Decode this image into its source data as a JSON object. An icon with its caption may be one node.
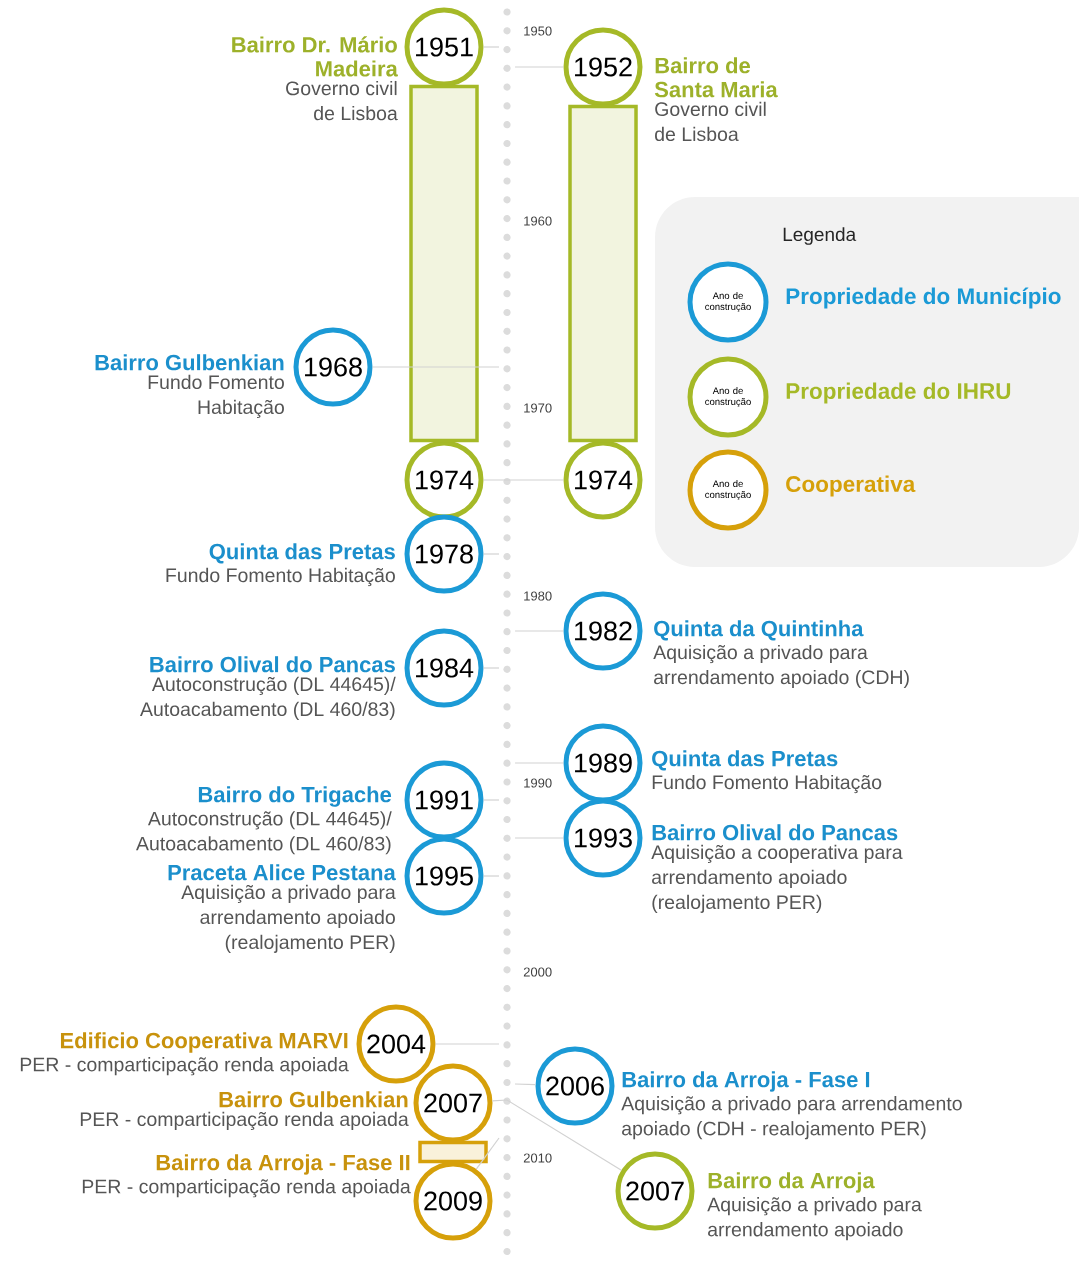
{
  "diagram": {
    "nodes": [
      {
        "text": [
          "1951"
        ],
        "beside": [
          "Bairro Dr. Mário Madeira",
          "Governo civil de Lisboa"
        ]
      },
      {
        "text": [
          "1974"
        ]
      },
      {
        "text": [
          "1952"
        ],
        "beside": [
          "Bairro de Santa Maria",
          "Governo civil de Lisboa"
        ]
      },
      {
        "text": [
          "1974"
        ]
      },
      {
        "text": [
          "1968"
        ],
        "beside": [
          "Bairro Gulbenkian",
          "Fundo Fomento Habitação"
        ]
      },
      {
        "text": [
          "1978"
        ],
        "beside": [
          "Quinta das Pretas",
          "Fundo Fomento Habitação"
        ]
      },
      {
        "text": [
          "1982"
        ],
        "beside": [
          "Quinta da Quintinha",
          "Aquisição a privado para arrendamento apoiado (CDH)"
        ]
      },
      {
        "text": [
          "1984"
        ],
        "beside": [
          "Bairro Olival do Pancas",
          "Autoconstrução (DL 44645)/ Autoacabamento (DL 460/83)"
        ]
      },
      {
        "text": [
          "1989"
        ],
        "beside": [
          "Quinta das Pretas",
          "Fundo Fomento Habitação"
        ]
      },
      {
        "text": [
          "1991"
        ],
        "beside": [
          "Bairro do Trigache",
          "Autoconstrução (DL 44645)/ Autoacabamento (DL 460/83)"
        ]
      },
      {
        "text": [
          "1993"
        ],
        "beside": [
          "Bairro Olival do Pancas",
          "Aquisição a cooperativa para arrendamento apoiado (realojamento PER)"
        ]
      },
      {
        "text": [
          "1995"
        ],
        "beside": [
          "Praceta Alice Pestana",
          "Aquisição a privado para arrendamento apoiado (realojamento PER)"
        ]
      },
      {
        "text": [
          "2004"
        ],
        "beside": [
          "Edificio Cooperativa MARVI",
          "PER - comparticipação renda apoiada"
        ]
      },
      {
        "text": [
          "2006"
        ],
        "beside": [
          "Bairro da Arroja - Fase I",
          "Aquisição a privado para arrendamento apoiado (CDH - realojamento PER)"
        ]
      },
      {
        "text": [
          "2007"
        ],
        "beside": [
          "Bairro Gulbenkian",
          "PER - comparticipação renda apoiada"
        ]
      },
      {
        "text": [
          "2007"
        ],
        "beside": [
          "Bairro da Arroja",
          "Aquisição a privado para arrendamento apoiado"
        ]
      },
      {
        "text": [
          "2009"
        ],
        "beside": [
          "Bairro da Arroja - Fase II",
          "PER - comparticipação renda apoiada"
        ]
      }
    ],
    "edges": [
      {
        "from": 0,
        "to": 1,
        "arrow": "none",
        "style": "thick",
        "color": "#a5b927"
      },
      {
        "from": 2,
        "to": 3,
        "arrow": "none",
        "style": "thick",
        "color": "#a5b927"
      },
      {
        "from": 14,
        "to": 16,
        "arrow": "none",
        "style": "thick",
        "color": "#d6a00a"
      },
      {
        "from": 0,
        "to": null,
        "arrow": "none"
      },
      {
        "from": 2,
        "to": null,
        "arrow": "none"
      },
      {
        "from": 4,
        "to": null,
        "arrow": "none"
      },
      {
        "from": 1,
        "to": 3,
        "arrow": "none"
      },
      {
        "from": 5,
        "to": null,
        "arrow": "none"
      },
      {
        "from": 6,
        "to": null,
        "arrow": "none"
      },
      {
        "from": 7,
        "to": null,
        "arrow": "none"
      },
      {
        "from": 8,
        "to": null,
        "arrow": "none"
      },
      {
        "from": 9,
        "to": null,
        "arrow": "none"
      },
      {
        "from": 10,
        "to": null,
        "arrow": "none"
      },
      {
        "from": 11,
        "to": null,
        "arrow": "none"
      },
      {
        "from": 12,
        "to": null,
        "arrow": "none"
      },
      {
        "from": 13,
        "to": null,
        "arrow": "none"
      },
      {
        "from": 14,
        "to": 15,
        "arrow": "none"
      },
      {
        "from": 16,
        "to": null,
        "arrow": "none"
      }
    ],
    "labels": [
      "1950",
      "1960",
      "1970",
      "1980",
      "1990",
      "2000",
      "2010",
      "Legenda",
      "Ano de construção",
      "Ano de construção",
      "Ano de construção"
    ],
    "legend": [
      {
        "text": "Propriedade do Município",
        "color": "#1b9ad6"
      },
      {
        "text": "Propriedade do IHRU",
        "color": "#a5b927"
      },
      {
        "text": "Cooperativa",
        "color": "#d6a00a"
      }
    ]
  }
}
